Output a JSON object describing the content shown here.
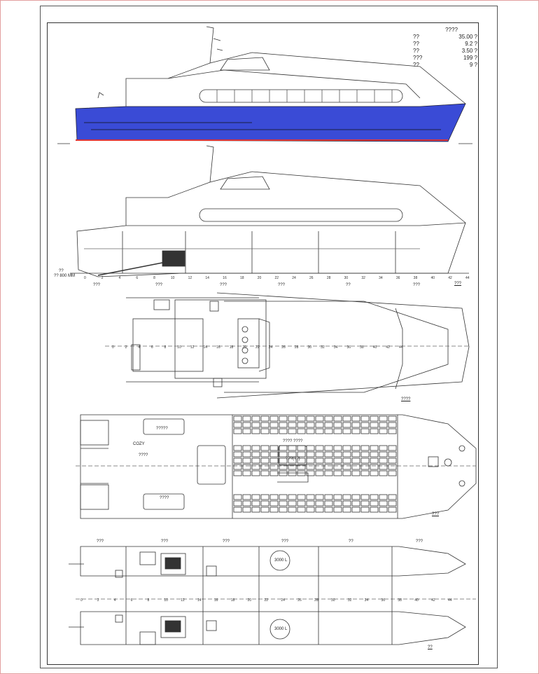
{
  "spec_table": {
    "title": "????",
    "rows": [
      {
        "label": "??",
        "value": "35.00",
        "unit": "?"
      },
      {
        "label": "??",
        "value": "9.2",
        "unit": "?"
      },
      {
        "label": "??",
        "value": "3.50",
        "unit": "?"
      },
      {
        "label": "???",
        "value": "199",
        "unit": "?"
      },
      {
        "label": "??",
        "value": "9",
        "unit": "?"
      }
    ]
  },
  "profile_labels": [
    "???",
    "???",
    "???",
    "???",
    "??",
    "???",
    "???"
  ],
  "draft_label": "??",
  "draft_value": "?? 800 MM",
  "frame_numbers": [
    "0",
    "2",
    "4",
    "6",
    "8",
    "10",
    "12",
    "14",
    "16",
    "18",
    "20",
    "22",
    "24",
    "26",
    "28",
    "30",
    "32",
    "34",
    "36",
    "38",
    "40",
    "42",
    "44"
  ],
  "deck_plan_label": "????",
  "main_deck": {
    "room_a": "?????",
    "room_b": "???? ????",
    "room_c": "???(??)",
    "cozy": "COZY",
    "aux1": "????",
    "aux2": "????",
    "footer": "???"
  },
  "engine_room": {
    "column_labels": [
      "???",
      "???",
      "???",
      "???",
      "??",
      "???"
    ],
    "tank_top": "3000 L",
    "tank_bottom": "3000 L",
    "footer": "??"
  },
  "colors": {
    "hull": "#3a4bd6",
    "waterline": "#d33"
  }
}
